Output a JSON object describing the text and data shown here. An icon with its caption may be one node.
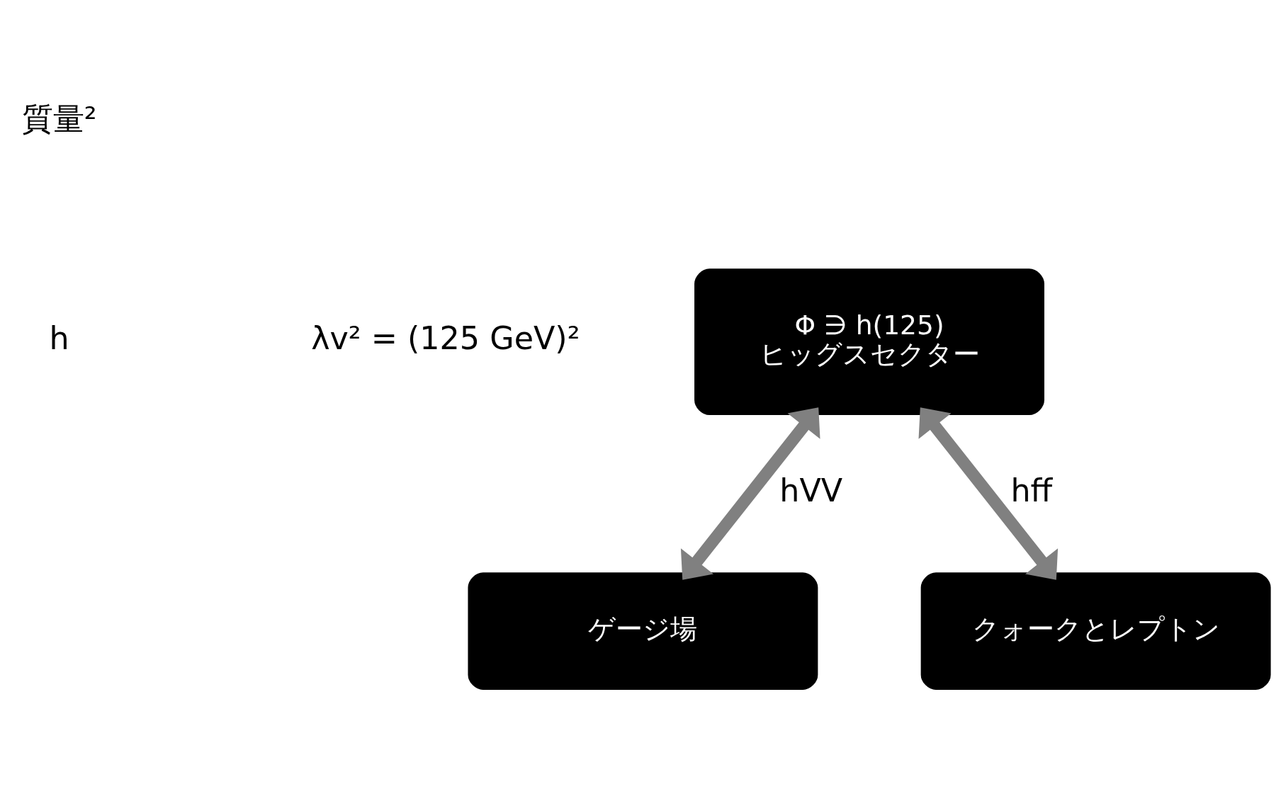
{
  "diagram": {
    "nodes": [
      {
        "text": [
          "Φ ∋ h(125)",
          "ヒッグスセクター"
        ]
      },
      {
        "text": [
          "ゲージ場"
        ]
      },
      {
        "text": [
          "クォークとレプトン"
        ]
      }
    ],
    "edges": [
      {
        "from": 0,
        "to": 1,
        "arrow": "both",
        "label": "hVV",
        "color": "#808080"
      },
      {
        "from": 0,
        "to": 2,
        "arrow": "both",
        "label": "hff",
        "color": "#808080"
      }
    ],
    "labels": [
      "質量²",
      "h",
      "λv² = (125 GeV)²"
    ]
  }
}
